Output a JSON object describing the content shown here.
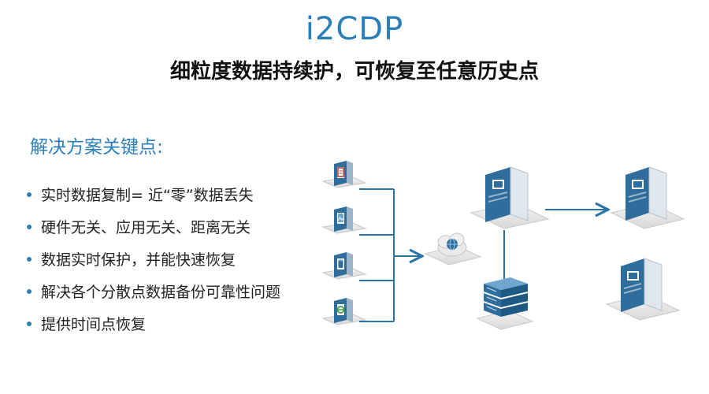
{
  "header": {
    "title": "i2CDP",
    "subtitle": "细粒度数据持续护，可恢复至任意历史点"
  },
  "section_label": "解决方案关键点:",
  "points": [
    "实时数据复制= 近“零”数据丢失",
    "硬件无关、应用无关、距离无关",
    "数据实时保护，并能快速恢复",
    "解决各个分散点数据备份可靠性问题",
    "提供时间点恢复"
  ],
  "colors": {
    "accent": "#2b7fb8",
    "server_blue": "#2f6e9c",
    "line": "#2c74a8"
  },
  "diagram": {
    "source_servers": [
      {
        "icon": "document-icon",
        "color": "#c0392b"
      },
      {
        "icon": "image-icon",
        "color": "#2f6e9c"
      },
      {
        "icon": "database-icon",
        "color": "#2f6e9c"
      },
      {
        "icon": "browser-e-icon",
        "color": "#3f9b3f"
      }
    ],
    "cloud_icon": "cloud-network-icon",
    "main_server_icon": "server-monitor-icon",
    "storage_icon": "storage-array-icon",
    "target_server_icon": "server-monitor-icon",
    "standby_server_icon": "server-monitor-icon"
  }
}
